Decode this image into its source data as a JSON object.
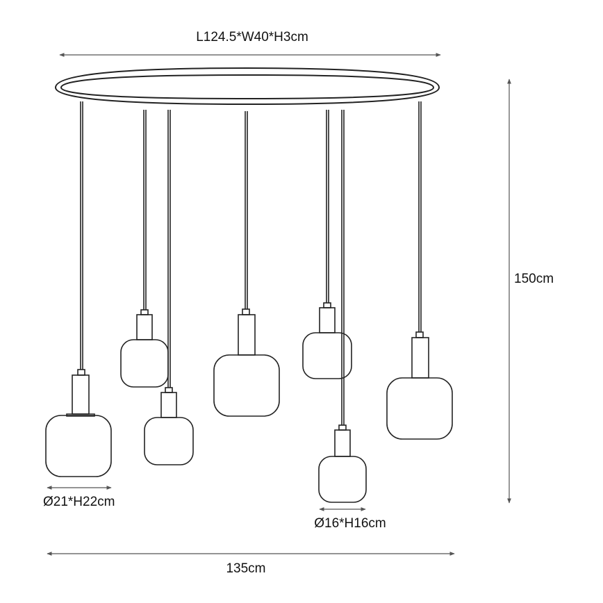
{
  "labels": {
    "top_dimension": "L124.5*W40*H3cm",
    "height": "150cm",
    "large_shade": "Ø21*H22cm",
    "small_shade": "Ø16*H16cm",
    "width": "135cm"
  },
  "colors": {
    "line": "#222222",
    "dimension_line": "#555555",
    "text": "#111111"
  }
}
